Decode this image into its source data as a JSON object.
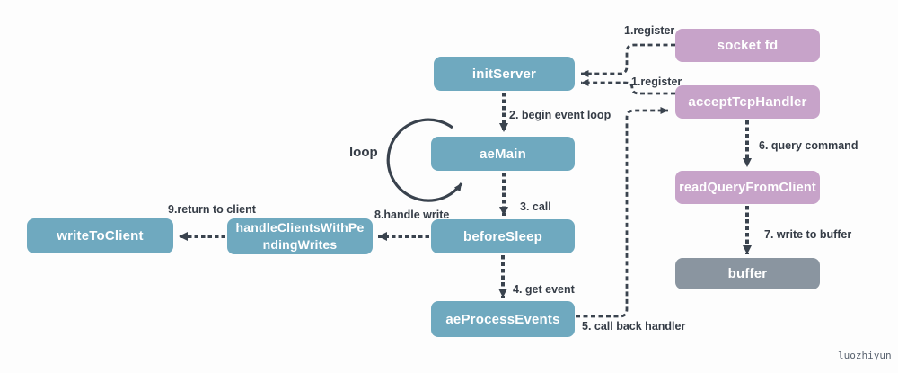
{
  "colors": {
    "node_teal": "#6fa9bf",
    "node_pink": "#c7a3c9",
    "node_gray": "#8a95a0",
    "wire": "#3a434e",
    "label_text": "#353c46",
    "node_text": "#ffffff"
  },
  "nodes": [
    {
      "id": "init-server",
      "label": "initServer",
      "type": "teal"
    },
    {
      "id": "socket-fd",
      "label": "socket fd",
      "type": "pink"
    },
    {
      "id": "accept-tcp-handler",
      "label": "acceptTcpHandler",
      "type": "pink"
    },
    {
      "id": "ae-main",
      "label": "aeMain",
      "type": "teal"
    },
    {
      "id": "read-query-from-client",
      "label": "readQueryFromClient",
      "type": "pink"
    },
    {
      "id": "before-sleep",
      "label": "beforeSleep",
      "type": "teal"
    },
    {
      "id": "handle-clients-with-pending-writes",
      "label": "handleClientsWithPendingWrites",
      "label_lines": [
        "handleClientsWithPe",
        "ndingWrites"
      ],
      "type": "teal"
    },
    {
      "id": "write-to-client",
      "label": "writeToClient",
      "type": "teal"
    },
    {
      "id": "buffer",
      "label": "buffer",
      "type": "gray"
    },
    {
      "id": "ae-process-events",
      "label": "aeProcessEvents",
      "type": "teal"
    }
  ],
  "edges": [
    {
      "label": "1.register",
      "from": "socket fd",
      "to": "initServer"
    },
    {
      "label": "1.register",
      "from": "acceptTcpHandler",
      "to": "initServer"
    },
    {
      "label": "2. begin event loop",
      "from": "initServer",
      "to": "aeMain"
    },
    {
      "label": "3. call",
      "from": "aeMain",
      "to": "beforeSleep"
    },
    {
      "label": "4. get event",
      "from": "beforeSleep",
      "to": "aeProcessEvents"
    },
    {
      "label": "5. call back handler",
      "from": "aeProcessEvents",
      "to": "acceptTcpHandler"
    },
    {
      "label": "6. query command",
      "from": "acceptTcpHandler",
      "to": "readQueryFromClient"
    },
    {
      "label": "7. write to buffer",
      "from": "readQueryFromClient",
      "to": "buffer"
    },
    {
      "label": "8.handle write",
      "from": "beforeSleep",
      "to": "handleClientsWithPendingWrites"
    },
    {
      "label": "9.return to client",
      "from": "handleClientsWithPendingWrites",
      "to": "writeToClient"
    }
  ],
  "loop_annotation": "loop",
  "watermark": "luozhiyun"
}
